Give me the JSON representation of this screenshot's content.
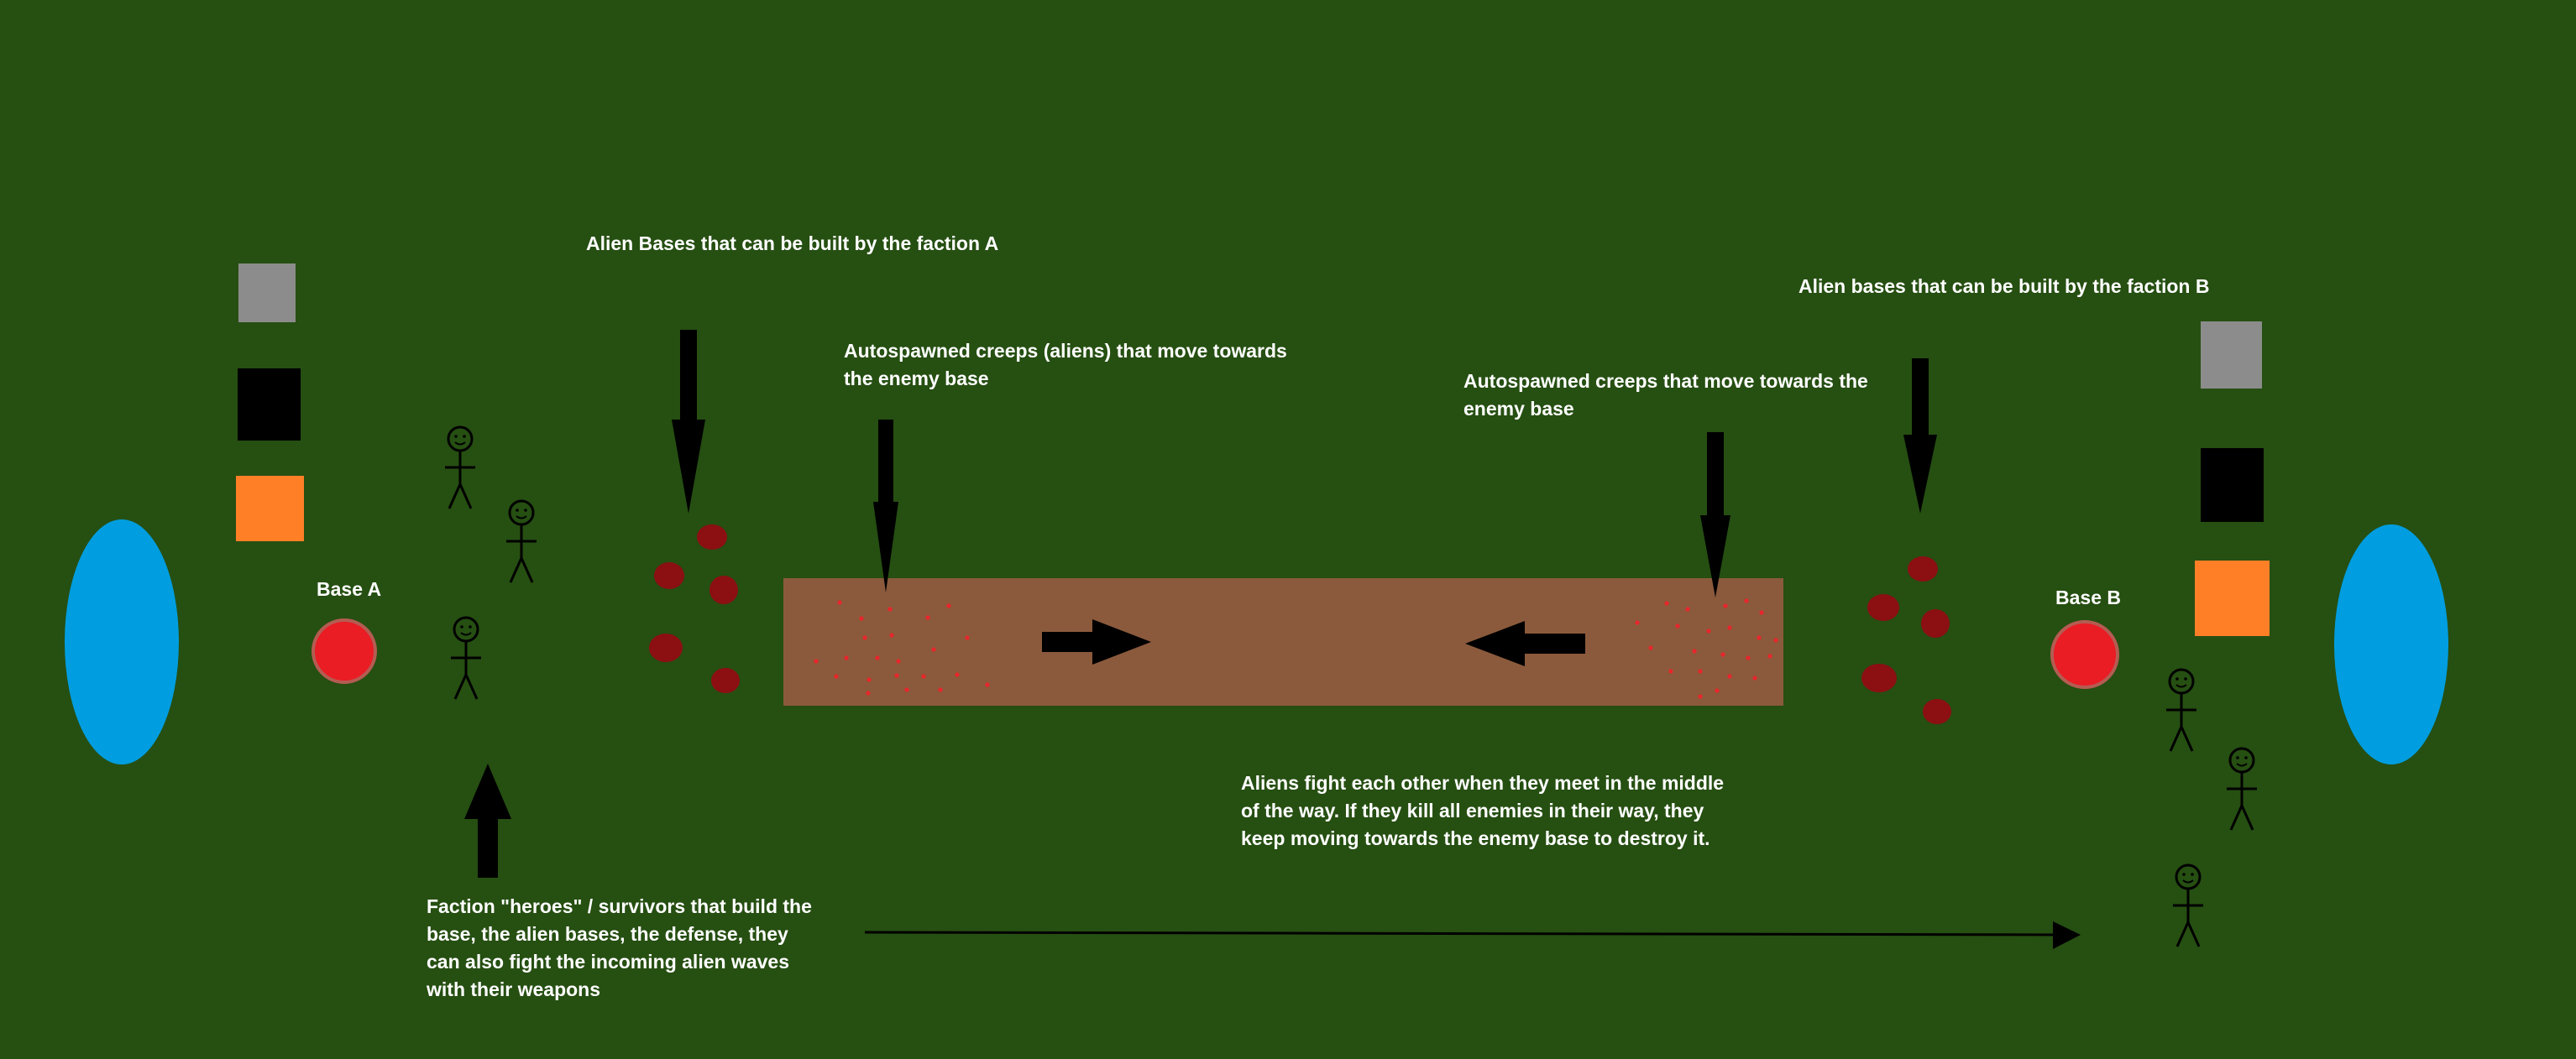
{
  "labels": {
    "alien_bases_a": "Alien Bases that can be built by the faction A",
    "alien_bases_b": "Alien bases that can be built by the faction B",
    "creeps_a": "Autospawned creeps (aliens) that move towards the enemy base",
    "creeps_b": "Autospawned creeps that move towards the enemy base",
    "base_a": "Base A",
    "base_b": "Base B",
    "aliens_fight": "Aliens fight each other when they meet in the middle of the way. If they kill all enemies in their way, they keep moving towards the enemy base to destroy it.",
    "heroes": "Faction \"heroes\" / survivors that build the base, the alien bases, the defense, they can also fight the incoming alien waves with their weapons"
  },
  "colors": {
    "background": "#264f12",
    "spawn_portal": "#009ee0",
    "base": "#ea1c24",
    "base_ring": "#b45c52",
    "lane": "#8b5a3c",
    "creep_dot": "#e8262b",
    "alien_blob": "#8c0f12",
    "building_gray": "#8c8c8c",
    "building_black": "#000000",
    "building_orange": "#ff7f27",
    "arrow": "#000000"
  }
}
